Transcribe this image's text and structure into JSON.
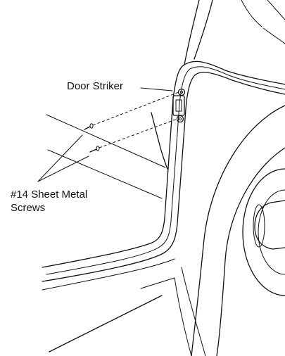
{
  "labels": {
    "door_striker": "Door Striker",
    "screws_line1": "#14 Sheet Metal",
    "screws_line2": "Screws"
  },
  "colors": {
    "line": "#111111",
    "background": "#ffffff"
  }
}
